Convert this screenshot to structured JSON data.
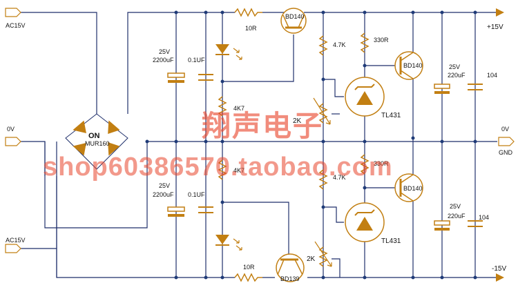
{
  "colors": {
    "wire": "#1f2f6b",
    "component": "#c27f12",
    "junction": "#1f3b78",
    "watermark": "#e8452c",
    "text": "#111111"
  },
  "terminals": {
    "ac_top": "AC15V",
    "zero_v": "0V",
    "ac_bottom": "AC15V",
    "pos_out": "+15V",
    "gnd_v": "0V",
    "gnd": "GND",
    "neg_out": "-15V"
  },
  "bridge": {
    "name": "ON",
    "part": "MUR160"
  },
  "top_rail": {
    "cap_voltage": "25V",
    "cap_value": "2200uF",
    "film_cap": "0.1UF",
    "res_series": "10R",
    "transistor": "BD140",
    "res_4k7": "4.7K",
    "res_330": "330R",
    "pass_transistor": "BD140",
    "res_4k7_led": "4K7",
    "trimmer": "2K",
    "regulator": "TL431",
    "out_cap_voltage": "25V",
    "out_cap_value": "220uF",
    "out_film": "104"
  },
  "bottom_rail": {
    "cap_voltage": "25V",
    "cap_value": "2200uF",
    "film_cap": "0.1UF",
    "res_4k7_led": "4K7",
    "res_series": "10R",
    "transistor": "BD139",
    "res_4k7": "4.7K",
    "res_330": "330R",
    "pass_transistor": "BD140",
    "trimmer": "2K",
    "regulator": "TL431",
    "out_cap_voltage": "25V",
    "out_cap_value": "220uF",
    "out_film": "104"
  },
  "watermark": {
    "line1": "翔声电子",
    "line2": "shop60386570.taobao.com"
  }
}
